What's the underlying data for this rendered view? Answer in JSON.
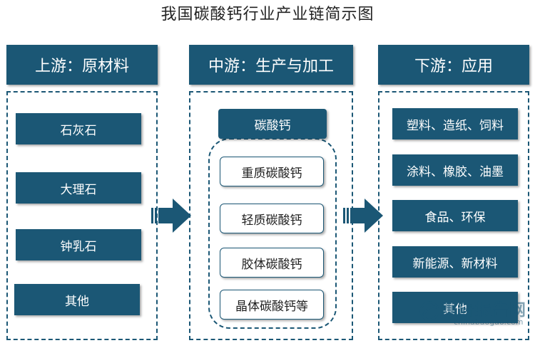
{
  "title": "我国碳酸钙行业产业链简示图",
  "upstream": {
    "header": "上游：原材料",
    "items": [
      "石灰石",
      "大理石",
      "钟乳石",
      "其他"
    ]
  },
  "midstream": {
    "header": "中游：生产与加工",
    "core": "碳酸钙",
    "items": [
      "重质碳酸钙",
      "轻质碳酸钙",
      "胶体碳酸钙",
      "晶体碳酸钙等"
    ]
  },
  "downstream": {
    "header": "下游：应用",
    "items": [
      "塑料、造纸、饲料",
      "涂料、橡胶、油墨",
      "食品、环保",
      "新能源、新材料",
      "其他"
    ]
  },
  "watermark": {
    "name": "观研报告网",
    "url": "chinabaogao.com"
  },
  "colors": {
    "primary": "#1b5775",
    "background": "#ffffff"
  }
}
